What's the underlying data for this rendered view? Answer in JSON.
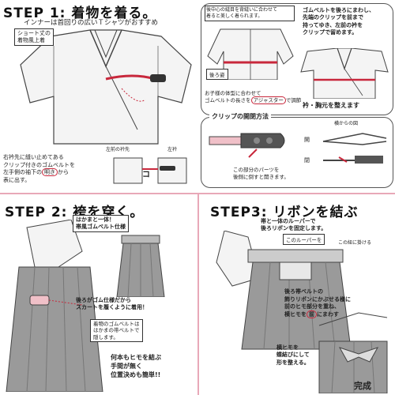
{
  "step1": {
    "title": "STEP 1: 着物を着る。",
    "subtitle": "インナーは首回りの広いＴシャツがおすすめ",
    "label_short": "ショート丈の\n着物風上着",
    "note_left": "右衿先に縫い止めてある\nクリップ付きのゴムベルトを\n左手側の袖下の",
    "note_left_mark": "明き",
    "note_left_end": "から\n表に出す。",
    "label_left_back": "左前の衿先",
    "label_ko": "ココ",
    "label_right": "左衿",
    "note_top_right": "ゴムベルトを後ろにまわし、\n先端のクリップを前まで\n持ってゆき、左前の衿を\nクリップで留めます。",
    "note_top_center": "後中心の縫目を背縫いに合わせて\n着ると美しく着られます。",
    "back_label": "後ろ姿",
    "note_body": "お子様の体型に合わせて\nゴムベルトの長さを",
    "note_body_mark": "アジャスター",
    "note_body_end": "で調節",
    "collar_note": "衿・胸元を整えます",
    "clip_title": "クリップの開閉方法",
    "clip_side": "横からの図",
    "clip_open": "開",
    "clip_close": "閉",
    "clip_note": "この部分のパーツを\n後側に倒すと開きます。"
  },
  "step2": {
    "title": "STEP 2: 袴を穿く。",
    "banner": "はかまと一体！\n帯風ゴムベルト仕様",
    "note1": "後ろがゴム仕様だから\nスカートを履くように着用！",
    "note2": "着物のゴムベルトは\nはかまの帯ベルトで\n隠します。",
    "note3": "何本もヒモを結ぶ\n手間が無く\n位置決めも簡単!!"
  },
  "step3": {
    "title": "STEP3: リボンを結ぶ",
    "banner": "帯と一体のルーパーで\n後ろリボンを固定します。",
    "label_loop": "このルーパーを",
    "label_loop2": "この紐に掛ける",
    "note1": "後ろ帯ベルトの\n飾りリボンにかぶせる様に\n前のヒモ部分を重ね、\n横ヒモを",
    "note1_mark": "前",
    "note1_end": "にまわす",
    "note2": "横ヒモを\n蝶結びにして\n形を整える。",
    "done": "完成"
  },
  "colors": {
    "accent_pink": "#e8a8b8",
    "belt_red": "#c8283c",
    "hakama_gray": "#9a9a9a"
  }
}
